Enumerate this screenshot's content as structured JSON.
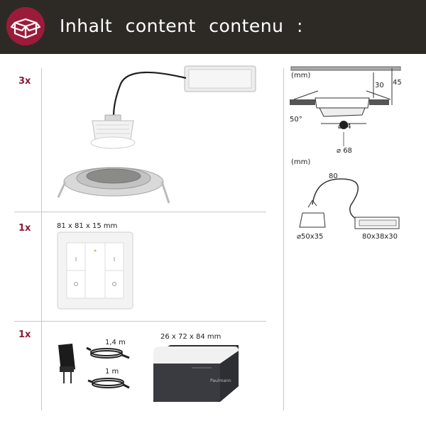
{
  "header": {
    "title": "Inhalt content contenu :"
  },
  "rows": [
    {
      "qty": "3x"
    },
    {
      "qty": "1x",
      "dims": "81 x 81 x 15 mm"
    },
    {
      "qty": "1x",
      "cable1": "1,4 m",
      "cable2": "1 m",
      "gateway_dims": "26 x 72 x 84 mm",
      "brand": "Paulmann"
    }
  ],
  "diagram_top": {
    "unit": "(mm)",
    "h30": "30",
    "h45": "45",
    "angle": "50°",
    "dia": "⌀84",
    "cut": "⌀ 68"
  },
  "diagram_bottom": {
    "unit": "(mm)",
    "cable": "80",
    "module": "⌀50x35",
    "driver": "80x38x30"
  }
}
